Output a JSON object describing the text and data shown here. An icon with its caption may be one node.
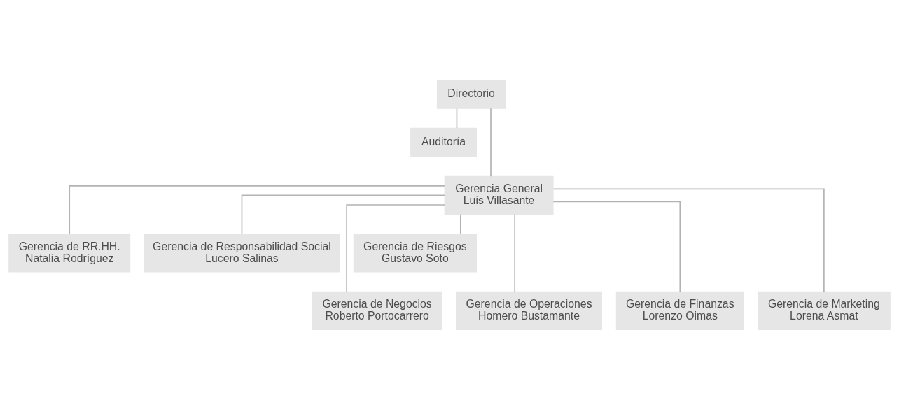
{
  "diagram": {
    "nodes": [
      {
        "text": [
          "Directorio"
        ]
      },
      {
        "text": [
          "Auditoría"
        ]
      },
      {
        "text": [
          "Gerencia General",
          "Luis Villasante"
        ]
      },
      {
        "text": [
          "Gerencia de RR.HH.",
          "Natalia Rodríguez"
        ]
      },
      {
        "text": [
          "Gerencia de Responsabilidad Social",
          "Lucero Salinas"
        ]
      },
      {
        "text": [
          "Gerencia de Riesgos",
          "Gustavo Soto"
        ]
      },
      {
        "text": [
          "Gerencia de Negocios",
          "Roberto Portocarrero"
        ]
      },
      {
        "text": [
          "Gerencia de Operaciones",
          "Homero Bustamante"
        ]
      },
      {
        "text": [
          "Gerencia de Finanzas",
          "Lorenzo Oimas"
        ]
      },
      {
        "text": [
          "Gerencia de Marketing",
          "Lorena Asmat"
        ]
      }
    ],
    "edges": [
      {
        "from": 0,
        "to": 1,
        "arrow": "none"
      },
      {
        "from": 0,
        "to": 2,
        "arrow": "none"
      },
      {
        "from": 2,
        "to": 3,
        "arrow": "none"
      },
      {
        "from": 2,
        "to": 4,
        "arrow": "none"
      },
      {
        "from": 2,
        "to": 5,
        "arrow": "none"
      },
      {
        "from": 2,
        "to": 6,
        "arrow": "none"
      },
      {
        "from": 2,
        "to": 7,
        "arrow": "none"
      },
      {
        "from": 2,
        "to": 8,
        "arrow": "none"
      },
      {
        "from": 2,
        "to": 9,
        "arrow": "none"
      }
    ]
  }
}
